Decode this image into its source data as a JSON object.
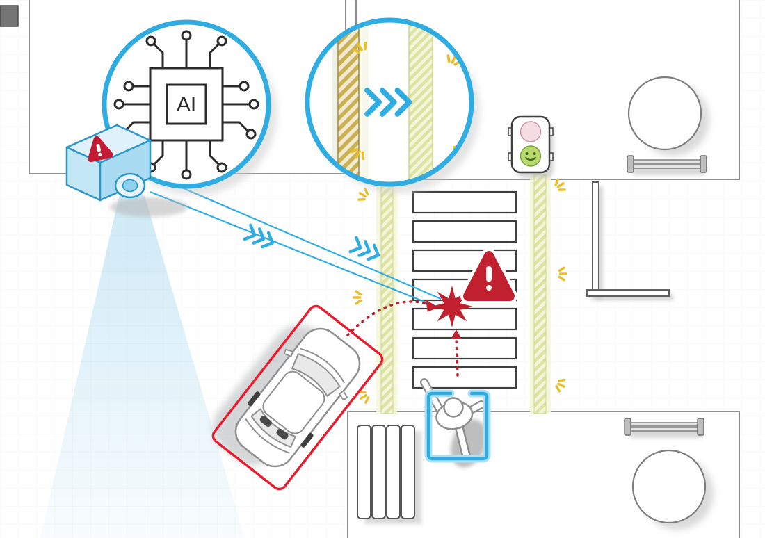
{
  "labels": {
    "ai_chip": "AI"
  },
  "colors": {
    "accent_blue": "#2fade3",
    "camera_blue_light": "#c4e7f6",
    "alert_red": "#c1202f",
    "selection_red": "#ea1b2d",
    "spark_yellow": "#e8bf2a",
    "strip_green": "#dde3a4",
    "strip_gold": "#c9b053",
    "walk_green": "#b9d86e",
    "stop_pink": "#f6dde4",
    "outline_gray": "#8f8f8f",
    "ink": "#2b2b2b"
  },
  "icons": {
    "ai_chip_icon": "microchip labeled AI with circuit pins",
    "ai_camera_icon": "smart surveillance camera",
    "camera_warning_icon": "⚠",
    "warning_triangle_icon": "⚠",
    "collision_burst_icon": "✸",
    "signal_chevrons_icon": "»",
    "sparkle_icon": "✨",
    "walk_signal_icon": "pedestrian signal with green smiley face",
    "car_top_view_icon": "car seen from above with red detection box",
    "pedestrian_top_view_icon": "pedestrian seen from above with blue detection box",
    "crosswalk_zoom_icon": "magnified illuminated crosswalk edge strip"
  }
}
